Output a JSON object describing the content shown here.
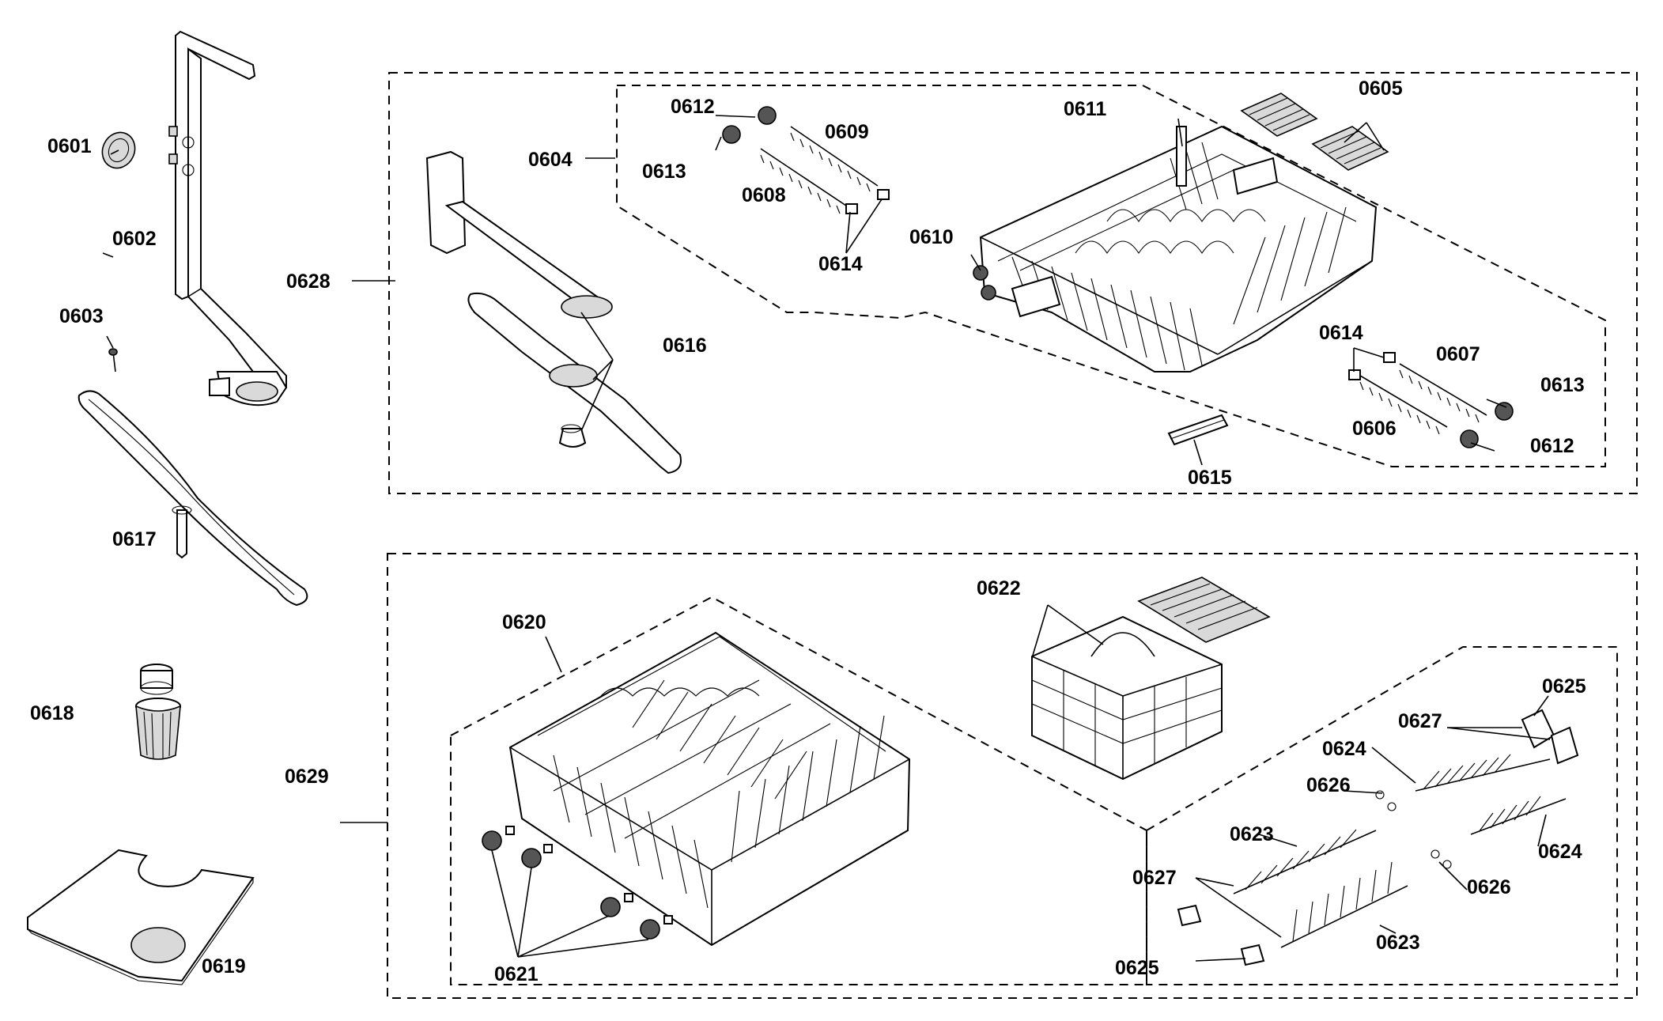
{
  "diagram": {
    "labels": {
      "p0601": "0601",
      "p0602": "0602",
      "p0603": "0603",
      "p0604": "0604",
      "p0605": "0605",
      "p0606": "0606",
      "p0607": "0607",
      "p0608": "0608",
      "p0609": "0609",
      "p0610": "0610",
      "p0611": "0611",
      "p0612a": "0612",
      "p0612b": "0612",
      "p0613a": "0613",
      "p0613b": "0613",
      "p0614a": "0614",
      "p0614b": "0614",
      "p0615": "0615",
      "p0616": "0616",
      "p0617": "0617",
      "p0618": "0618",
      "p0619": "0619",
      "p0620": "0620",
      "p0621": "0621",
      "p0622": "0622",
      "p0623a": "0623",
      "p0623b": "0623",
      "p0624a": "0624",
      "p0624b": "0624",
      "p0625a": "0625",
      "p0625b": "0625",
      "p0626a": "0626",
      "p0626b": "0626",
      "p0627a": "0627",
      "p0627b": "0627",
      "p0628": "0628",
      "p0629": "0629"
    }
  }
}
